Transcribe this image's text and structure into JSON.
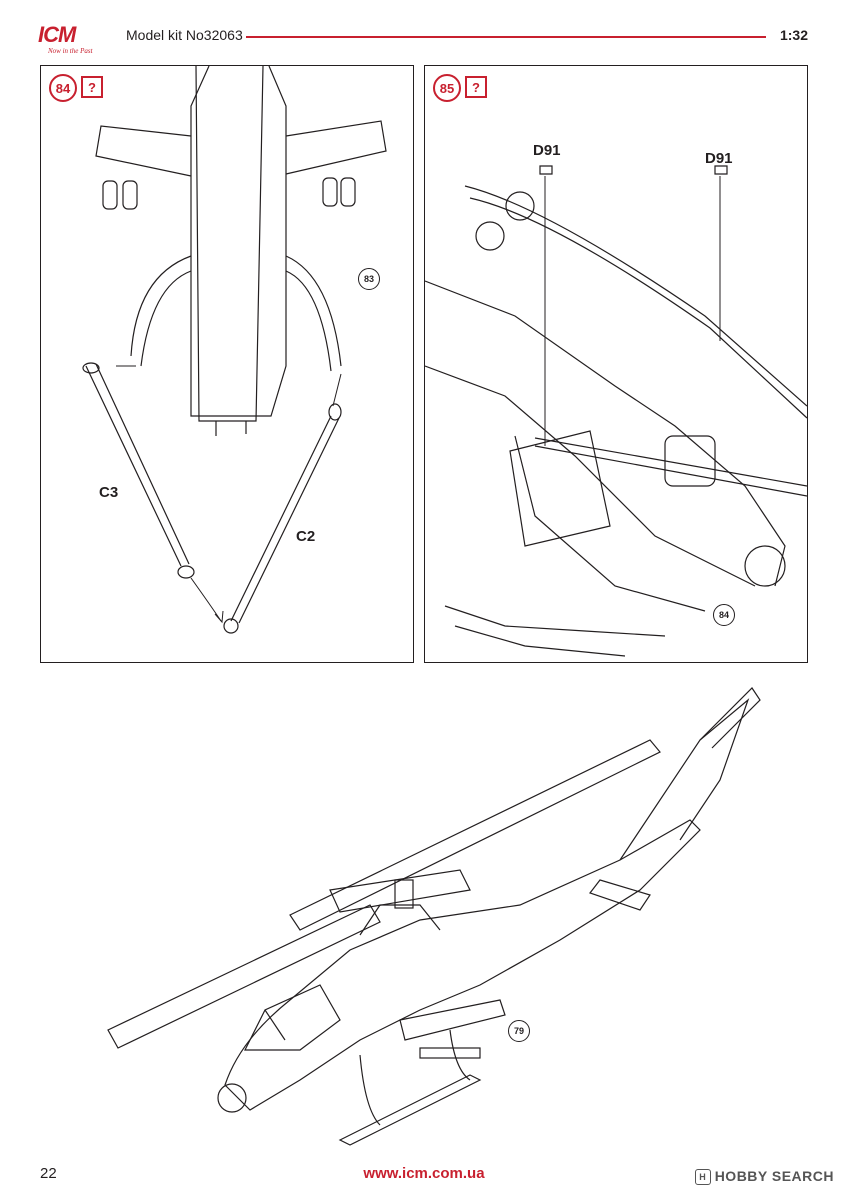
{
  "header": {
    "logo_text": "ICM",
    "logo_slogan": "Now in the Past",
    "kit_label": "Model kit No32063",
    "scale": "1:32"
  },
  "steps": [
    {
      "number": "84",
      "question": "?",
      "ref_step": "83",
      "parts": [
        "C3",
        "C2"
      ]
    },
    {
      "number": "85",
      "question": "?",
      "ref_step": "84",
      "parts": [
        "D91",
        "D91"
      ]
    }
  ],
  "final_view": {
    "ref_step": "79"
  },
  "footer": {
    "page_number": "22",
    "url": "www.icm.com.ua",
    "watermark": "HOBBY SEARCH"
  },
  "colors": {
    "accent": "#c8202f",
    "ink": "#231f20"
  }
}
